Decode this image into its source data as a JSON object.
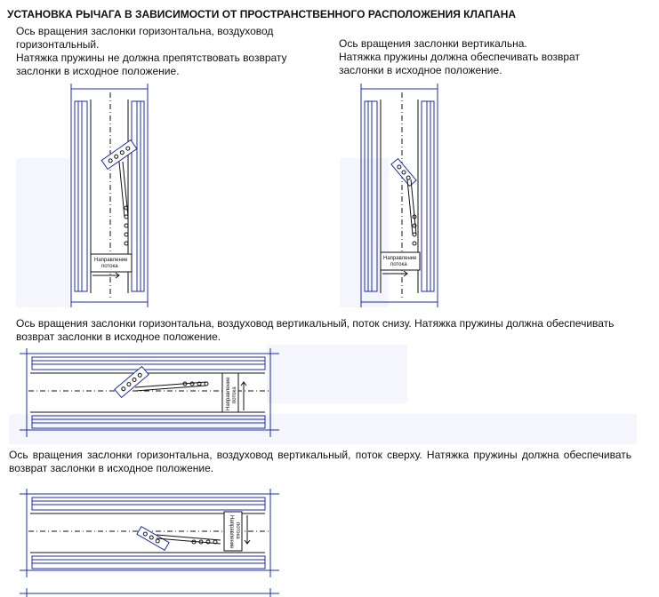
{
  "title": "УСТАНОВКА РЫЧАГА В ЗАВИСИМОСТИ ОТ ПРОСТРАНСТВЕННОГО РАСПОЛОЖЕНИЯ КЛАПАНА",
  "sections": [
    {
      "line1": "Ось вращения заслонки горизонтальна, воздуховод",
      "line2": "горизонтальный.",
      "line3": "Натяжка пружины не должна препятствовать возврату",
      "line4": "заслонки в исходное положение."
    },
    {
      "line1": "Ось вращения заслонки вертикальна.",
      "line2": "Натяжка пружины должна обеспечивать возврат",
      "line3": "заслонки в исходное положение."
    },
    {
      "text": "Ось вращения заслонки горизонтальна, воздуховод вертикальный, поток снизу. Натяжка пружины должна обеспечивать возврат заслонки в исходное положение."
    },
    {
      "text": "Ось вращения заслонки горизонтальна, воздуховод вертикальный, поток сверху. Натяжка пружины должна обеспечивать возврат заслонки в исходное положение."
    }
  ],
  "diagram_label_1": "Направление",
  "diagram_label_2": "потока",
  "colors": {
    "line": "#1c2fa8",
    "tint": "#f4f5fd"
  }
}
